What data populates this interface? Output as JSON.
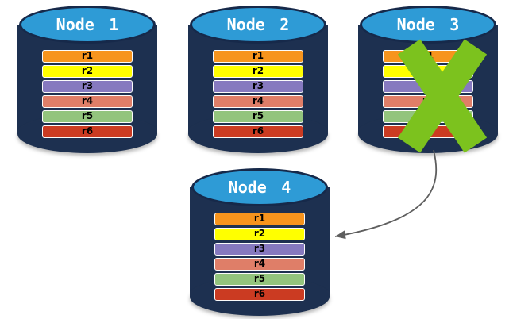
{
  "diagram": {
    "description": "Database replication diagram: four node cylinders each storing rows r1-r6; Node 3 is crossed out with a green X and a curved arrow points from Node 3 to Node 4",
    "colors": {
      "background": "#FFFFFF",
      "cylinder_body": "#1D3050",
      "cylinder_top": "#2E9BD6",
      "title_text": "#FFFFFF",
      "bar_text": "#000000"
    },
    "rows": [
      {
        "label": "r1",
        "color": "#F7941D"
      },
      {
        "label": "r2",
        "color": "#FFFF00"
      },
      {
        "label": "r3",
        "color": "#8679BF"
      },
      {
        "label": "r4",
        "color": "#DF7E68"
      },
      {
        "label": "r5",
        "color": "#93C47D"
      },
      {
        "label": "r6",
        "color": "#CB3B22"
      }
    ],
    "nodes": [
      {
        "label": "Node 1",
        "failed": false
      },
      {
        "label": "Node 2",
        "failed": false
      },
      {
        "label": "Node 3",
        "failed": true
      },
      {
        "label": "Node 4",
        "failed": false
      }
    ],
    "failure_mark": {
      "node": "Node 3",
      "symbol": "X",
      "color": "#7CC21E"
    },
    "arrow": {
      "from": "Node 3",
      "to": "Node 4",
      "color": "#5E5E5E"
    }
  }
}
